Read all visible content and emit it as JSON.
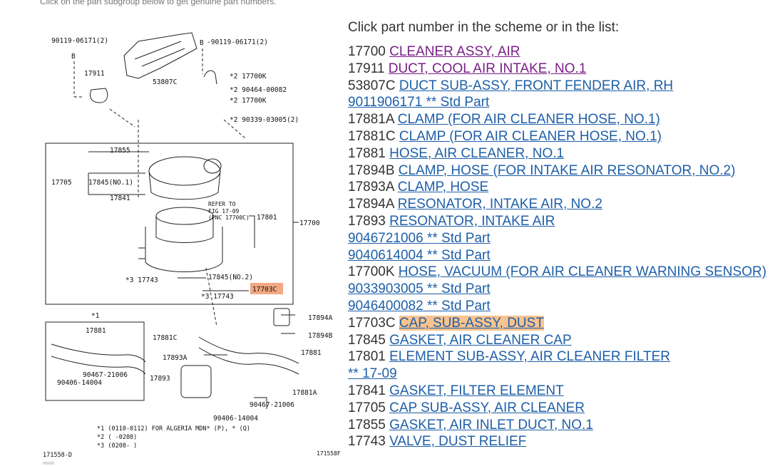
{
  "hint": "Click on the part subgroup below to get genuine part numbers.",
  "list_title": "Click part number in the scheme or in the list:",
  "colors": {
    "link": "#1e5fa8",
    "visited": "#7a1f87",
    "highlight": "#f7c38f",
    "callout_box": "#f2a882"
  },
  "parts": [
    {
      "num": "17700",
      "name": "CLEANER ASSY, AIR",
      "state": "visited"
    },
    {
      "num": "17911",
      "name": "DUCT, COOL AIR INTAKE, NO.1",
      "state": "visited"
    },
    {
      "num": "53807C",
      "name": "DUCT SUB-ASSY, FRONT FENDER AIR, RH",
      "state": "normal"
    },
    {
      "num": "",
      "name": "9011906171 ** Std Part",
      "state": "normal"
    },
    {
      "num": "17881A",
      "name": "CLAMP (FOR AIR CLEANER HOSE, NO.1)",
      "state": "normal"
    },
    {
      "num": "17881C",
      "name": "CLAMP (FOR AIR CLEANER HOSE, NO.1)",
      "state": "normal"
    },
    {
      "num": "17881",
      "name": "HOSE, AIR CLEANER, NO.1",
      "state": "normal"
    },
    {
      "num": "17894B",
      "name": "CLAMP, HOSE (FOR INTAKE AIR RESONATOR, NO.2)",
      "state": "normal"
    },
    {
      "num": "17893A",
      "name": "CLAMP, HOSE",
      "state": "normal"
    },
    {
      "num": "17894A",
      "name": "RESONATOR, INTAKE AIR, NO.2",
      "state": "normal"
    },
    {
      "num": "17893",
      "name": "RESONATOR, INTAKE AIR",
      "state": "normal"
    },
    {
      "num": "",
      "name": "9046721006 ** Std Part",
      "state": "normal"
    },
    {
      "num": "",
      "name": "9040614004 ** Std Part",
      "state": "normal"
    },
    {
      "num": "17700K",
      "name": "HOSE, VACUUM (FOR AIR CLEANER WARNING SENSOR)",
      "state": "normal"
    },
    {
      "num": "",
      "name": "9033903005 ** Std Part",
      "state": "normal"
    },
    {
      "num": "",
      "name": "9046400082 ** Std Part",
      "state": "normal"
    },
    {
      "num": "17703C",
      "name": "CAP, SUB-ASSY, DUST",
      "state": "highlight"
    },
    {
      "num": "17845",
      "name": "GASKET, AIR CLEANER CAP",
      "state": "normal"
    },
    {
      "num": "17801",
      "name": "ELEMENT SUB-ASSY, AIR CLEANER FILTER",
      "state": "normal"
    },
    {
      "num": "",
      "name": "** 17-09",
      "state": "normal"
    },
    {
      "num": "17841",
      "name": "GASKET, FILTER ELEMENT",
      "state": "normal"
    },
    {
      "num": "17705",
      "name": "CAP SUB-ASSY, AIR CLEANER",
      "state": "normal"
    },
    {
      "num": "17855",
      "name": "GASKET, AIR INLET DUCT, NO.1",
      "state": "normal"
    },
    {
      "num": "17743",
      "name": "VALVE, DUST RELIEF",
      "state": "normal"
    }
  ],
  "diagram": {
    "labels": {
      "l1": "90119-06171(2)",
      "l2": "-90119-06171(2)",
      "l3": "17911",
      "l4": "53807C",
      "l5": "*2 17700K",
      "l6": "*2 90464-00082",
      "l7": "*2 17700K",
      "l8": "*2 90339-03005(2)",
      "l9": "17855",
      "l10": "17705",
      "l11": "17845(NO.1)",
      "l12": "17841",
      "l13": "REFER TO",
      "l14": "FIG 17-09",
      "l15": "(PNC 17700C)",
      "l16": "17801",
      "l17": "17700",
      "l18": "*3 17743",
      "l19": "17845(NO.2)",
      "l20": "17703C",
      "l21": "*3 17743",
      "l22": "*1",
      "l23": "17881",
      "l24": "17881C",
      "l25": "17894A",
      "l26": "17894B",
      "l27": "17893A",
      "l28": "17881",
      "l29": "90467-21006",
      "l30": "90406-14004",
      "l31": "17893",
      "l32": "17881A",
      "l33": "90467-21006",
      "l34": "90406-14004",
      "l35": "*1 (0110-0112) FOR ALGERIA MDN* (P), * (Q)",
      "l36": "*2 (      -0208)",
      "l37": "*3 (0208-      )",
      "l38": "171558-D",
      "l39": "171558F",
      "b1": "B",
      "b2": "B"
    }
  }
}
